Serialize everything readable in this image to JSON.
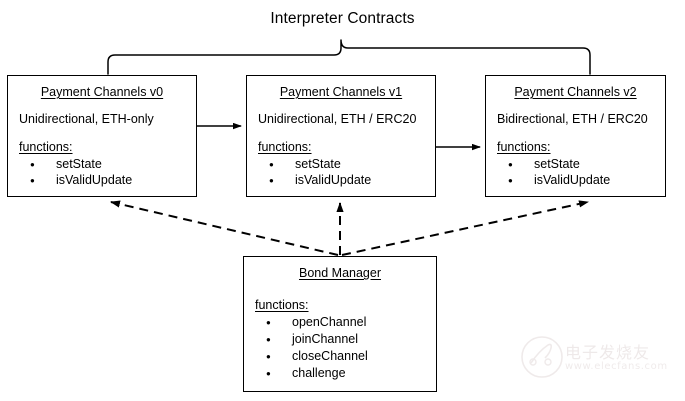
{
  "diagram": {
    "title": "Interpreter Contracts",
    "type": "block-diagram",
    "functions_label": "functions:",
    "nodes": [
      {
        "id": "payment-channels-v0",
        "title": "Payment Channels v0",
        "description": "Unidirectional, ETH-only",
        "functions": [
          "setState",
          "isValidUpdate"
        ]
      },
      {
        "id": "payment-channels-v1",
        "title": "Payment Channels v1",
        "description": "Unidirectional, ETH / ERC20",
        "functions": [
          "setState",
          "isValidUpdate"
        ]
      },
      {
        "id": "payment-channels-v2",
        "title": "Payment Channels v2",
        "description": "Bidirectional, ETH / ERC20",
        "functions": [
          "setState",
          "isValidUpdate"
        ]
      },
      {
        "id": "bond-manager",
        "title": "Bond Manager",
        "description": "",
        "functions": [
          "openChannel",
          "joinChannel",
          "closeChannel",
          "challenge"
        ]
      }
    ],
    "connectors": [
      {
        "from": "payment-channels-v0",
        "to": "payment-channels-v1",
        "style": "solid",
        "direction": "right"
      },
      {
        "from": "payment-channels-v1",
        "to": "payment-channels-v2",
        "style": "solid",
        "direction": "right"
      },
      {
        "from": "bond-manager",
        "to": "payment-channels-v0",
        "style": "dashed",
        "direction": "up-left"
      },
      {
        "from": "bond-manager",
        "to": "payment-channels-v1",
        "style": "dashed",
        "direction": "up"
      },
      {
        "from": "bond-manager",
        "to": "payment-channels-v2",
        "style": "dashed",
        "direction": "up-right"
      }
    ],
    "brace": {
      "label": "Interpreter Contracts",
      "spans": [
        "payment-channels-v0",
        "payment-channels-v1",
        "payment-channels-v2"
      ]
    }
  },
  "watermark": {
    "text": "电子发烧友",
    "url": "www.elecfans.com"
  },
  "colors": {
    "stroke": "#000000",
    "background": "#ffffff",
    "watermark": "#c9b8b8"
  }
}
